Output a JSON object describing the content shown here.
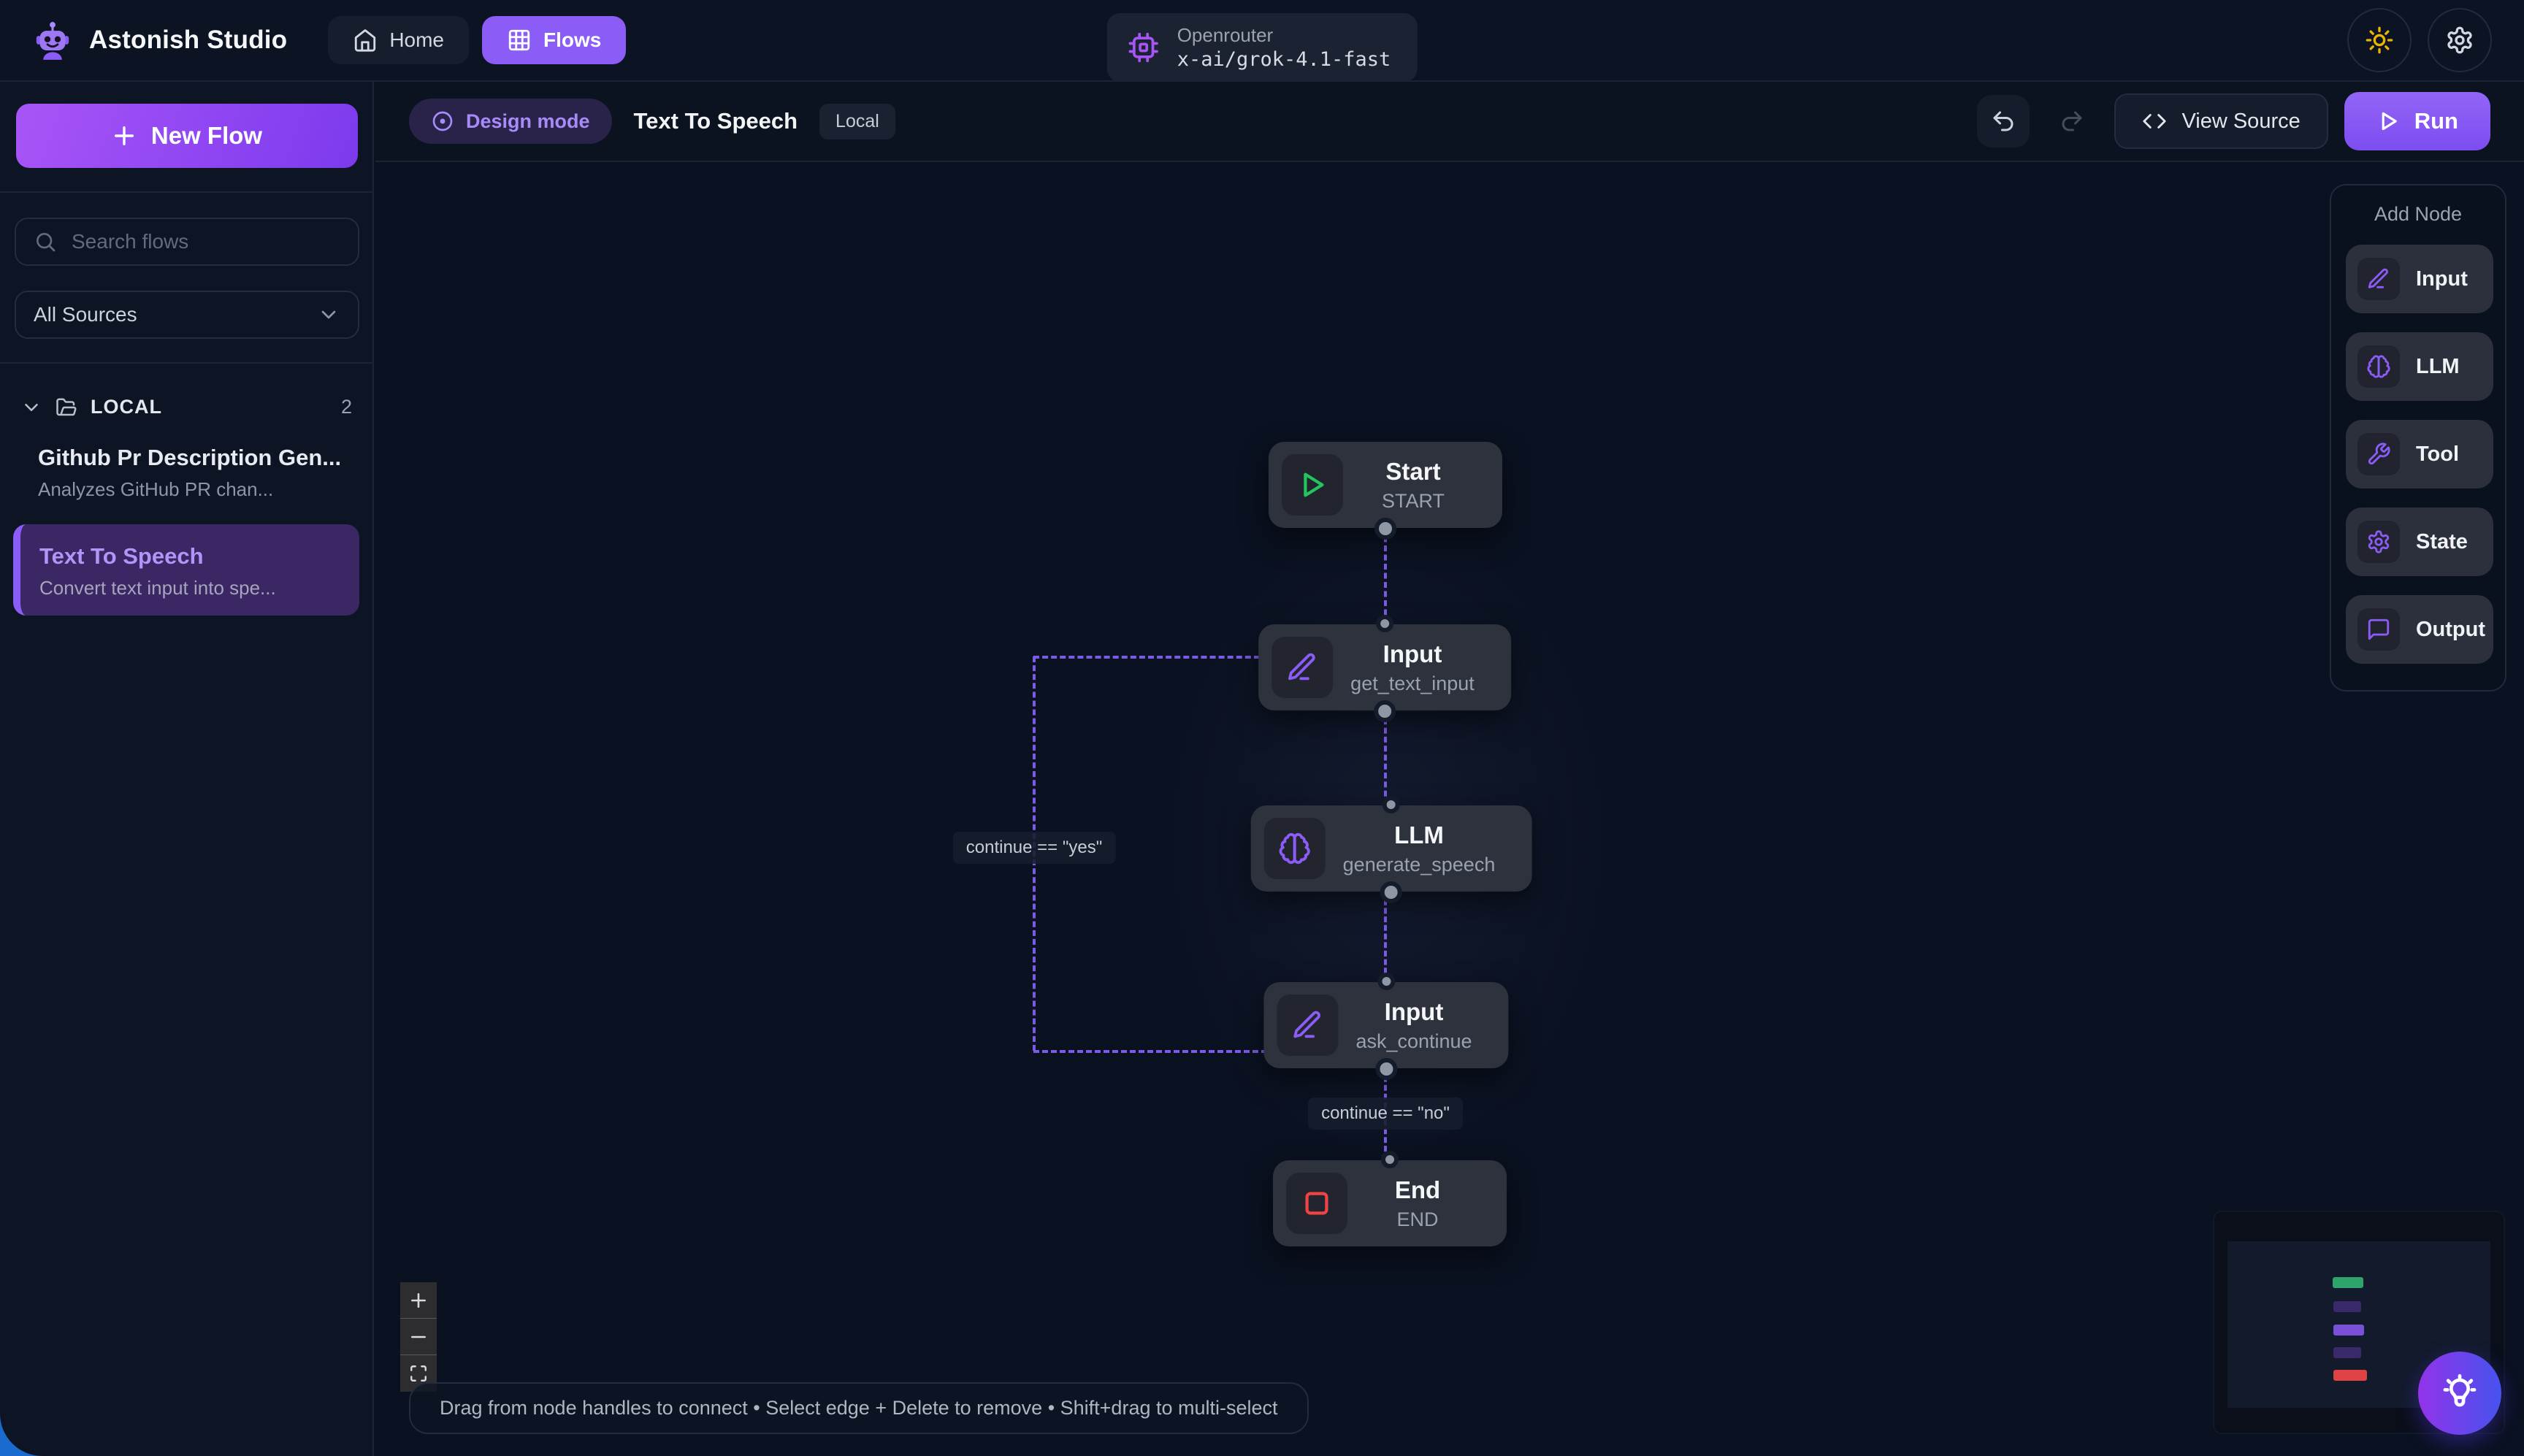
{
  "topbar": {
    "app_name": "Astonish Studio",
    "nav": [
      {
        "label": "Home"
      },
      {
        "label": "Flows"
      }
    ],
    "model_chip": {
      "provider": "Openrouter",
      "model": "x-ai/grok-4.1-fast"
    }
  },
  "sidebar": {
    "new_flow_label": "New Flow",
    "search_placeholder": "Search flows",
    "source_filter_value": "All Sources",
    "section": {
      "name": "LOCAL",
      "count": "2"
    },
    "flows": [
      {
        "title": "Github Pr Description Gen...",
        "subtitle": "Analyzes GitHub PR chan..."
      },
      {
        "title": "Text To Speech",
        "subtitle": "Convert text input into spe..."
      }
    ]
  },
  "canvas_header": {
    "mode_badge": "Design mode",
    "title": "Text To Speech",
    "scope_badge": "Local",
    "view_source_label": "View Source",
    "run_label": "Run"
  },
  "flow": {
    "nodes": [
      {
        "title": "Start",
        "subtitle": "START",
        "icon": "play-icon",
        "icon_color": "#22c55e"
      },
      {
        "title": "Input",
        "subtitle": "get_text_input",
        "icon": "pen-icon",
        "icon_color": "#8b5cf6"
      },
      {
        "title": "LLM",
        "subtitle": "generate_speech",
        "icon": "brain-icon",
        "icon_color": "#8b5cf6"
      },
      {
        "title": "Input",
        "subtitle": "ask_continue",
        "icon": "pen-icon",
        "icon_color": "#8b5cf6"
      },
      {
        "title": "End",
        "subtitle": "END",
        "icon": "square-icon",
        "icon_color": "#ef4444"
      }
    ],
    "edge_labels": {
      "loop": "continue == \"yes\"",
      "end": "continue == \"no\""
    }
  },
  "add_node_panel": {
    "title": "Add Node",
    "items": [
      {
        "label": "Input",
        "icon": "pen-icon"
      },
      {
        "label": "LLM",
        "icon": "brain-icon"
      },
      {
        "label": "Tool",
        "icon": "wrench-icon"
      },
      {
        "label": "State",
        "icon": "gear-icon"
      },
      {
        "label": "Output",
        "icon": "speech-bubble-icon"
      }
    ]
  },
  "statusbar": {
    "hint": "Drag from node handles to connect • Select edge + Delete to remove • Shift+drag to multi-select"
  },
  "minimap_colors": {
    "start": "#2fa36c",
    "input": "#3a2a6b",
    "llm": "#7a50d8",
    "end": "#e04343"
  },
  "colors": {
    "accent": "#8b5cf6",
    "start_green": "#22c55e",
    "end_red": "#ef4444",
    "edge_purple": "#7b5be6"
  }
}
